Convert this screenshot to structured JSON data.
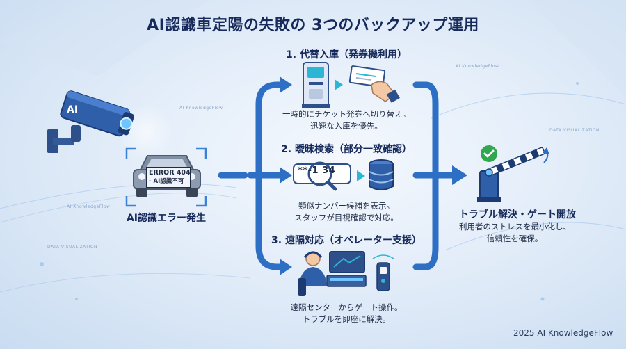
{
  "title": "AI認識車定陽の失敗の 3つのバックアップ運用",
  "error": {
    "label": "AI認識エラー発生",
    "screen_line1": "ERROR 404",
    "screen_line2": "- AI認識不可",
    "camera_label": "AI"
  },
  "steps": [
    {
      "heading": "1. 代替入庫（発券機利用）",
      "desc_line1": "一時的にチケット発券へ切り替え。",
      "desc_line2": "迅速な入庫を優先。"
    },
    {
      "heading": "2. 曖昧検索（部分一致確認）",
      "search_text": "**-1 34",
      "desc_line1": "類似ナンバー候補を表示。",
      "desc_line2": "スタッフが目視確認で対応。"
    },
    {
      "heading": "3. 遠隔対応（オペレーター支援）",
      "desc_line1": "遠隔センターからゲート操作。",
      "desc_line2": "トラブルを即座に解決。"
    }
  ],
  "result": {
    "heading": "トラブル解決・ゲート開放",
    "desc_line1": "利用者のストレスを最小化し、",
    "desc_line2": "信頼性を確保。"
  },
  "watermarks": {
    "w1": "AI KnowledgeFlow",
    "w2": "AI KnowledgeFlow",
    "w3": "AI KnowledgeFlow",
    "w4": "DATA VISUALIZATION",
    "w5": "DATA VISUALIZATION"
  },
  "footer": "2025 AI KnowledgeFlow",
  "colors": {
    "arrow": "#2c6fc4",
    "navy": "#16295a",
    "accent": "#3b82d6",
    "success": "#2fa84f",
    "cyan": "#2bb6d6"
  }
}
